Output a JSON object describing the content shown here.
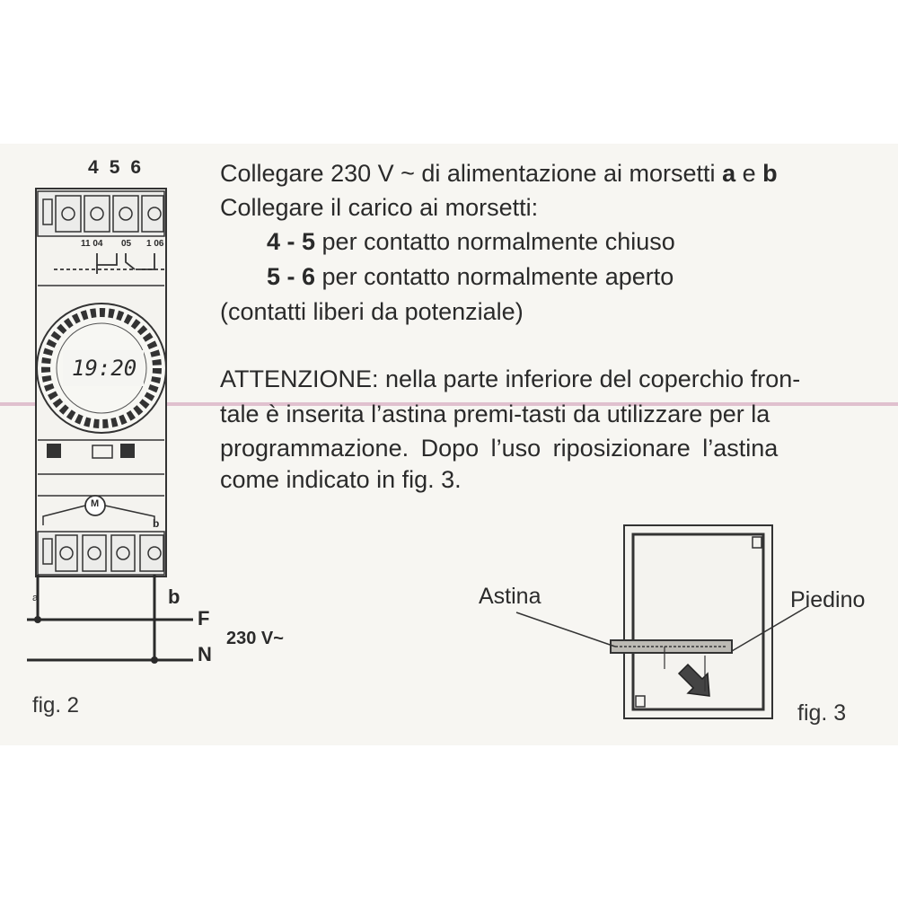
{
  "fig2": {
    "terminals_top": [
      "4",
      "5",
      "6"
    ],
    "contact_labels": [
      "11 04",
      "05",
      "1 06"
    ],
    "clock_time": "19:20",
    "motor_label": "M",
    "terminal_b_small": "b",
    "terminal_a_small": "a",
    "label_b": "b",
    "label_F": "F",
    "label_N": "N",
    "voltage": "230 V~",
    "caption": "fig. 2"
  },
  "text": {
    "line1_pre": "Collegare 230 V ~ di alimentazione ai morsetti ",
    "line1_a": "a",
    "line1_e": " e ",
    "line1_b": "b",
    "line2": "Collegare il carico ai morsetti:",
    "line3_num": "4 - 5",
    "line3_text": " per contatto normalmente chiuso",
    "line4_num": "5 - 6",
    "line4_text": " per contatto normalmente aperto",
    "line5": "(contatti liberi da potenziale)",
    "attn1": "ATTENZIONE: nella parte inferiore del coperchio fron-",
    "attn2": "tale è inserita l’astina premi-tasti da utilizzare per la",
    "attn3": "programmazione. Dopo l’uso riposizionare l’astina",
    "attn4": "come indicato in fig. 3."
  },
  "fig3": {
    "label_astina": "Astina",
    "label_piedino": "Piedino",
    "caption": "fig. 3"
  }
}
